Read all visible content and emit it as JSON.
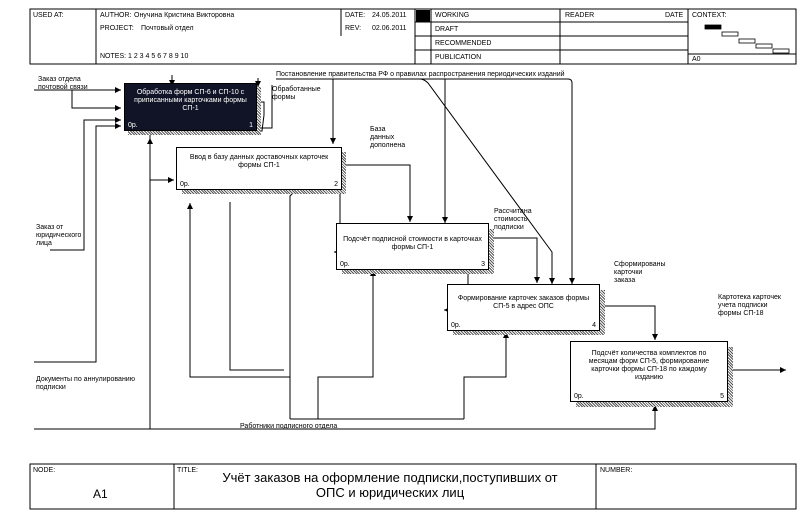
{
  "header": {
    "used_at": "USED AT:",
    "author_label": "AUTHOR:",
    "author": "Онучина Кристина Викторовна",
    "project_label": "PROJECT:",
    "project": "Почтовый отдел",
    "date_label": "DATE:",
    "date": "24.05.2011",
    "rev_label": "REV:",
    "rev": "02.06.2011",
    "notes": "NOTES:  1  2  3  4  5  6  7  8  9  10",
    "status": [
      "WORKING",
      "DRAFT",
      "RECOMMENDED",
      "PUBLICATION"
    ],
    "reader": "READER",
    "reader_date": "DATE",
    "context": "CONTEXT:",
    "context_node": "A0"
  },
  "boxes": [
    {
      "label": "Обработка форм СП-6 и СП-10 с приписанными карточками формы СП-1",
      "num": "0р.",
      "idx": "1"
    },
    {
      "label": "Ввод в базу данных доставочных карточек формы СП-1",
      "num": "0р.",
      "idx": "2"
    },
    {
      "label": "Подсчёт подписной стоимости в карточках формы СП-1",
      "num": "0р.",
      "idx": "3"
    },
    {
      "label": "Формирование карточек заказов формы СП-5 в адрес ОПС",
      "num": "0р.",
      "idx": "4"
    },
    {
      "label": "Подсчёт количества комплектов по месяцам форм СП-5, формирование карточки формы СП-18 по каждому изданию",
      "num": "0р.",
      "idx": "5"
    }
  ],
  "arrows": {
    "control_top": "Постановление правительства РФ о правилах распространения периодических изданий",
    "input_otdel": "Заказ отдела почтовой связи",
    "input_yur": "Заказ от юридического лица",
    "input_docs": "Документы по аннулированию подписки",
    "mech": "Работники подписного отдела",
    "out1": "Обработанные формы",
    "out2": "База данных дополнена",
    "out3": "Рассчитана стоимость подписки",
    "out4": "Сформированы карточки заказа",
    "out5": "Картотека карточек учета подписки формы СП-18"
  },
  "footer": {
    "node_label": "NODE:",
    "node": "A1",
    "title_label": "TITLE:",
    "title_line1": "Учёт заказов на оформление  подписки,поступивших от",
    "title_line2": "ОПС       и юридических лиц",
    "number_label": "NUMBER:"
  }
}
